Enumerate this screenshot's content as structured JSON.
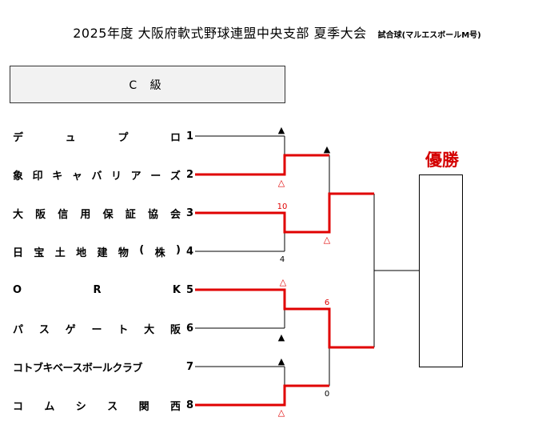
{
  "header": {
    "title": "2025年度 大阪府軟式野球連盟中央支部 夏季大会",
    "ball_note": "試合球(マルエスボールM号)"
  },
  "class_label": "C 級",
  "teams": [
    {
      "name": "デュプロ",
      "seed": "1"
    },
    {
      "name": "象印キャバリアーズ",
      "seed": "2"
    },
    {
      "name": "大阪信用保証協会",
      "seed": "3"
    },
    {
      "name": "日宝土地建物(株)",
      "seed": "4"
    },
    {
      "name": "ORK",
      "seed": "5"
    },
    {
      "name": "パスゲート大阪",
      "seed": "6"
    },
    {
      "name": "コトブキベースボールクラブ",
      "seed": "7"
    },
    {
      "name": "コムシス関西",
      "seed": "8"
    }
  ],
  "scores": {
    "m1_top": "▲",
    "m1_bot": "△",
    "m2_top": "10",
    "m2_bot": "4",
    "m3_top": "△",
    "m3_bot": "▲",
    "m4_top": "▲",
    "m4_bot": "△",
    "s1_top": "▲",
    "s1_bot": "△",
    "s2_top": "6",
    "s2_bot": "0"
  },
  "champion_label": "優勝",
  "colors": {
    "winner_line": "#e00000",
    "line": "#000000",
    "win_text": "#d40000"
  }
}
